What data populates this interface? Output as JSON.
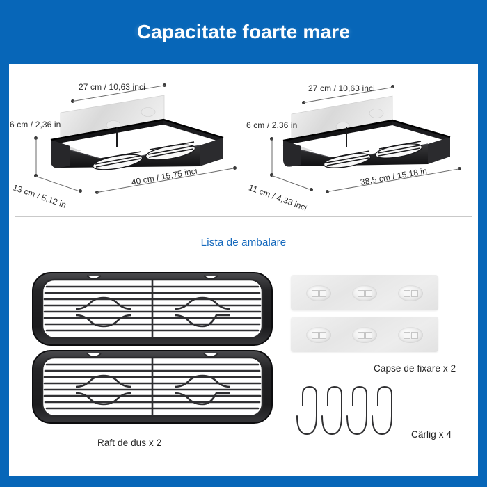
{
  "header": {
    "title": "Capacitate foarte mare",
    "watermark": "Capacitate foarte mare",
    "background_color": "#0766b8",
    "title_color": "#ffffff"
  },
  "panel": {
    "background_color": "#ffffff",
    "divider_color": "#c9c9c9"
  },
  "dimensions_section": {
    "products": [
      {
        "name": "shelf-large",
        "plate_width": "27 cm / 10,63 inci",
        "height": "6 cm / 2,36 in",
        "depth": "13 cm / 5,12 in",
        "width": "40 cm / 15,75 inci"
      },
      {
        "name": "shelf-small",
        "plate_width": "27 cm / 10,63 inci",
        "height": "6 cm / 2,36 in",
        "depth": "11 cm / 4,33 inci",
        "width": "38,5 cm / 15,18 in"
      }
    ]
  },
  "packing_list": {
    "title": "Lista de ambalare",
    "title_color": "#1569bd",
    "items": [
      {
        "icon": "shower-shelf-icon",
        "label": "Raft de dus x 2"
      },
      {
        "icon": "adhesive-pad-icon",
        "label": "Capse de fixare x 2"
      },
      {
        "icon": "s-hook-icon",
        "label": "Cârlig x 4"
      }
    ]
  }
}
